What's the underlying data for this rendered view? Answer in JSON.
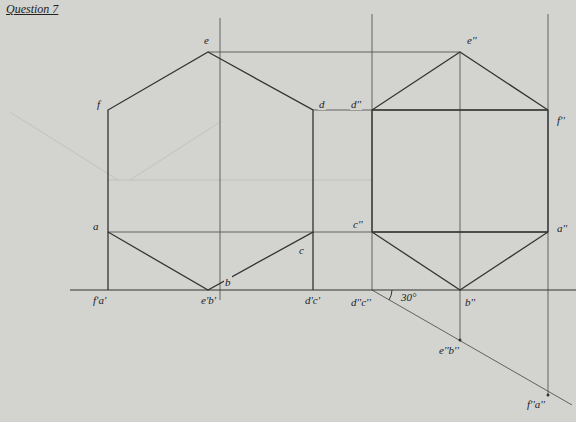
{
  "diagram": {
    "title": "Question 7",
    "labels": [
      "e",
      "f",
      "d",
      "a",
      "c",
      "b",
      "f'a'",
      "e'b'",
      "d'c'",
      "e''",
      "d''",
      "f''",
      "c''",
      "a''",
      "d''c''",
      "30°",
      "b''",
      "e''b''",
      "f''a''"
    ]
  }
}
